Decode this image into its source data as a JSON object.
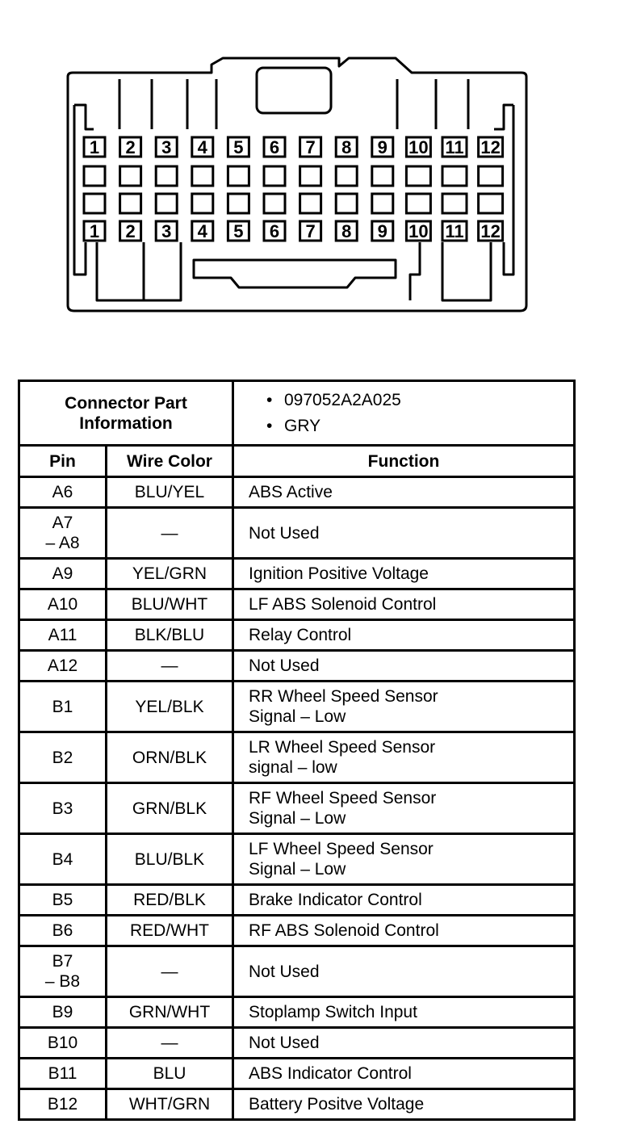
{
  "connector_diagram": {
    "top_row_labels": [
      "1",
      "2",
      "3",
      "4",
      "5",
      "6",
      "7",
      "8",
      "9",
      "10",
      "11",
      "12"
    ],
    "bottom_row_labels": [
      "1",
      "2",
      "3",
      "4",
      "5",
      "6",
      "7",
      "8",
      "9",
      "10",
      "11",
      "12"
    ]
  },
  "info": {
    "label_line1": "Connector Part",
    "label_line2": "Information",
    "values": [
      "097052A2A025",
      "GRY"
    ]
  },
  "headers": {
    "pin": "Pin",
    "wire": "Wire Color",
    "function": "Function"
  },
  "rows": [
    {
      "pin": [
        "A6"
      ],
      "wire": "BLU/YEL",
      "function": [
        "ABS Active"
      ]
    },
    {
      "pin": [
        "A7",
        "– A8"
      ],
      "wire": "—",
      "function": [
        "Not Used"
      ]
    },
    {
      "pin": [
        "A9"
      ],
      "wire": "YEL/GRN",
      "function": [
        "Ignition Positive Voltage"
      ]
    },
    {
      "pin": [
        "A10"
      ],
      "wire": "BLU/WHT",
      "function": [
        "LF ABS Solenoid Control"
      ]
    },
    {
      "pin": [
        "A11"
      ],
      "wire": "BLK/BLU",
      "function": [
        "Relay Control"
      ]
    },
    {
      "pin": [
        "A12"
      ],
      "wire": "—",
      "function": [
        "Not Used"
      ]
    },
    {
      "pin": [
        "B1"
      ],
      "wire": "YEL/BLK",
      "function": [
        "RR Wheel Speed Sensor",
        "Signal – Low"
      ]
    },
    {
      "pin": [
        "B2"
      ],
      "wire": "ORN/BLK",
      "function": [
        "LR Wheel Speed Sensor",
        "signal – low"
      ]
    },
    {
      "pin": [
        "B3"
      ],
      "wire": "GRN/BLK",
      "function": [
        "RF Wheel Speed Sensor",
        "Signal – Low"
      ]
    },
    {
      "pin": [
        "B4"
      ],
      "wire": "BLU/BLK",
      "function": [
        "LF Wheel Speed Sensor",
        "Signal – Low"
      ]
    },
    {
      "pin": [
        "B5"
      ],
      "wire": "RED/BLK",
      "function": [
        "Brake Indicator Control"
      ]
    },
    {
      "pin": [
        "B6"
      ],
      "wire": "RED/WHT",
      "function": [
        "RF ABS Solenoid Control"
      ]
    },
    {
      "pin": [
        "B7",
        "– B8"
      ],
      "wire": "—",
      "function": [
        "Not Used"
      ]
    },
    {
      "pin": [
        "B9"
      ],
      "wire": "GRN/WHT",
      "function": [
        "Stoplamp Switch Input"
      ]
    },
    {
      "pin": [
        "B10"
      ],
      "wire": "—",
      "function": [
        "Not Used"
      ]
    },
    {
      "pin": [
        "B11"
      ],
      "wire": "BLU",
      "function": [
        "ABS Indicator Control"
      ]
    },
    {
      "pin": [
        "B12"
      ],
      "wire": "WHT/GRN",
      "function": [
        "Battery Positve Voltage"
      ]
    }
  ]
}
